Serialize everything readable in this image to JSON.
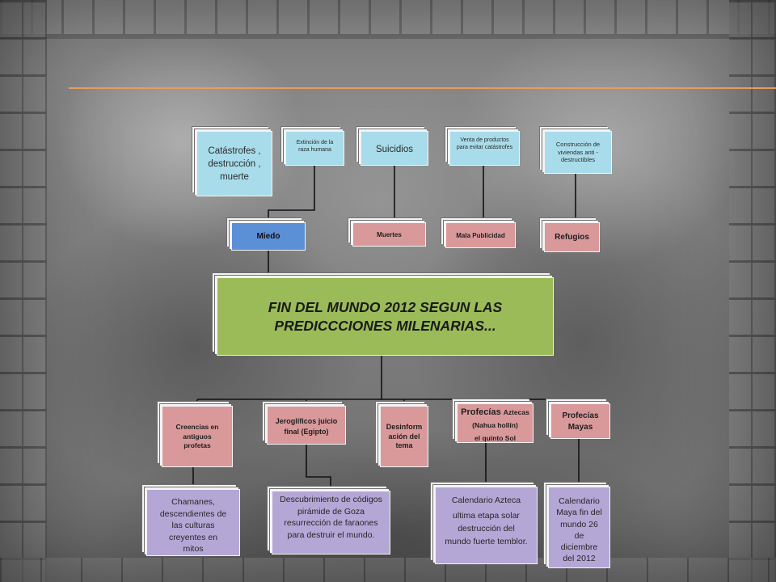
{
  "colors": {
    "accent_line": "#e59d5f",
    "top_level": "#a9dcea",
    "miedo": "#5b8fd6",
    "pink_level": "#d9999b",
    "main_box": "#9bbb59",
    "bottom_level": "#b4a7d6",
    "connector": "#111111"
  },
  "top_row": [
    "Catástrofes , destrucción , muerte",
    "Extinción de la raza humana",
    "Suicidios",
    "Venta de productos para evitar catástrofes",
    "Construcción de viviendas anti - destructibles"
  ],
  "second_row": [
    "Miedo",
    "Muertes",
    "Mala Publicidad",
    "Refugios"
  ],
  "main_topic": "FIN DEL MUNDO 2012 SEGUN LAS PREDICCCIONES MILENARIAS...",
  "third_row": [
    {
      "text": "Creencias en antiguos profetas"
    },
    {
      "text": "Jeroglíficos juicio final (Egipto)"
    },
    {
      "text": "Desinform ación del tema"
    },
    {
      "title": "Profecías",
      "title_suffix": "Aztecas",
      "lines": [
        "(Nahua hollín)",
        "el quinto Sol"
      ]
    },
    {
      "text": "Profecías Mayas"
    }
  ],
  "bottom_row": [
    {
      "text": "Chamanes, descendientes de las culturas creyentes en mitos"
    },
    {
      "text": "Descubrimiento de códigos pirámide de Goza resurrección de faraones para destruir el mundo."
    },
    {
      "title": "Calendario Azteca",
      "body": "ultima etapa solar destrucción del mundo fuerte temblor."
    },
    {
      "text": "Calendario Maya fin del mundo 26 de diciembre del 2012"
    }
  ]
}
